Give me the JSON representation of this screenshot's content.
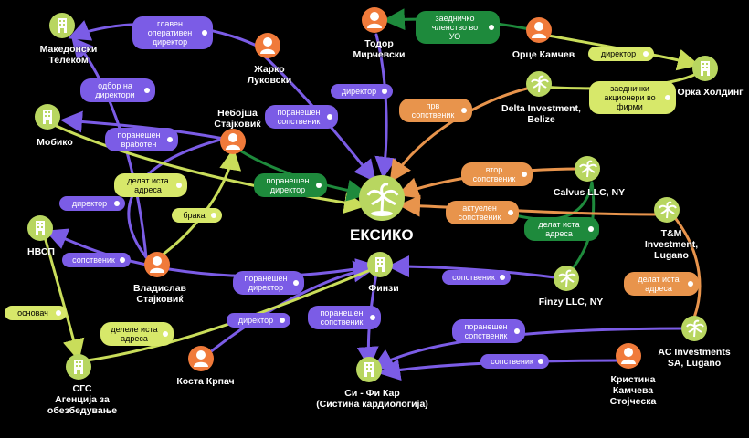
{
  "colors": {
    "purple": "#7b5ce6",
    "green": "#1e8a3c",
    "lime": "#c9dd5a",
    "orange": "#e8944c",
    "person": "#f07a3a",
    "company": "#b8d660"
  },
  "center": {
    "label": "ЕКСИКО"
  },
  "nodes": [
    {
      "id": "makedonski",
      "label": "Македонски\nТелеком",
      "kind": "company-icon"
    },
    {
      "id": "mobiko",
      "label": "Мобико",
      "kind": "company-icon"
    },
    {
      "id": "nevsp",
      "label": "НВСП",
      "kind": "company-icon"
    },
    {
      "id": "sgs",
      "label": "СГС\nАгенција за\nобезбедување",
      "kind": "company-icon"
    },
    {
      "id": "zharko",
      "label": "Жарко\nЛуковски",
      "kind": "person-icon"
    },
    {
      "id": "nebojsha",
      "label": "Небојша\nСтајковиќ",
      "kind": "person-icon"
    },
    {
      "id": "vladislav",
      "label": "Владислав\nСтајковиќ",
      "kind": "person-icon"
    },
    {
      "id": "kosta",
      "label": "Коста Крпач",
      "kind": "person-icon"
    },
    {
      "id": "todor",
      "label": "Тодор\nМирчевски",
      "kind": "person-icon"
    },
    {
      "id": "orce",
      "label": "Орце Камчев",
      "kind": "person-icon"
    },
    {
      "id": "orka",
      "label": "Орка Холдинг",
      "kind": "company-icon"
    },
    {
      "id": "delta",
      "label": "Delta Investment,\nBelize",
      "kind": "palm-icon"
    },
    {
      "id": "calvus",
      "label": "Calvus LLC, NY",
      "kind": "palm-icon"
    },
    {
      "id": "tm",
      "label": "T&M\nInvestment,\nLugano",
      "kind": "palm-icon"
    },
    {
      "id": "finzy",
      "label": "Finzy LLC, NY",
      "kind": "palm-icon"
    },
    {
      "id": "finzi",
      "label": "Финзи",
      "kind": "company-icon"
    },
    {
      "id": "sifikar",
      "label": "Си - Фи Кар\n(Систина кардиологија)",
      "kind": "company-icon"
    },
    {
      "id": "ac",
      "label": "AC Investments\nSA, Lugano",
      "kind": "palm-icon"
    },
    {
      "id": "kristina",
      "label": "Кристина\nКамчева\nСтојческа",
      "kind": "person-icon"
    }
  ],
  "relations": [
    {
      "id": "r1",
      "text": "главен\nоперативен\nдиректор",
      "style": "purple"
    },
    {
      "id": "r2",
      "text": "одбор на\nдиректори",
      "style": "purple"
    },
    {
      "id": "r3",
      "text": "поранешен\nвработен",
      "style": "purple"
    },
    {
      "id": "r4",
      "text": "делат иста\nадреса",
      "style": "lime"
    },
    {
      "id": "r5",
      "text": "директор",
      "style": "purple"
    },
    {
      "id": "r6",
      "text": "брака",
      "style": "lime"
    },
    {
      "id": "r7",
      "text": "сопственик",
      "style": "purple"
    },
    {
      "id": "r8",
      "text": "основач",
      "style": "lime"
    },
    {
      "id": "r9",
      "text": "делеле иста\nадреса",
      "style": "lime"
    },
    {
      "id": "r10",
      "text": "поранешен\nдиректор",
      "style": "purple"
    },
    {
      "id": "r11",
      "text": "директор",
      "style": "purple"
    },
    {
      "id": "r12",
      "text": "поранешен\nсопственик",
      "style": "purple"
    },
    {
      "id": "r13",
      "text": "поранешен\nдиректор",
      "style": "green"
    },
    {
      "id": "r14",
      "text": "директор",
      "style": "purple"
    },
    {
      "id": "r15",
      "text": "заедничко\nчленство во\nУО",
      "style": "green"
    },
    {
      "id": "r16",
      "text": "директор",
      "style": "lime"
    },
    {
      "id": "r17",
      "text": "заеднички\nакционери во фирми",
      "style": "lime"
    },
    {
      "id": "r18",
      "text": "прв\nсопственик",
      "style": "orange"
    },
    {
      "id": "r19",
      "text": "втор\nсопственик",
      "style": "orange"
    },
    {
      "id": "r20",
      "text": "актуелен\nсопственик",
      "style": "orange"
    },
    {
      "id": "r21",
      "text": "делат иста\nадреса",
      "style": "green"
    },
    {
      "id": "r22",
      "text": "сопственик",
      "style": "purple"
    },
    {
      "id": "r23",
      "text": "делат иста\nадреса",
      "style": "orange"
    },
    {
      "id": "r24",
      "text": "поранешен\nсопственик",
      "style": "purple"
    },
    {
      "id": "r25",
      "text": "поранешен\nсопственик",
      "style": "purple"
    },
    {
      "id": "r26",
      "text": "сопственик",
      "style": "purple"
    }
  ]
}
